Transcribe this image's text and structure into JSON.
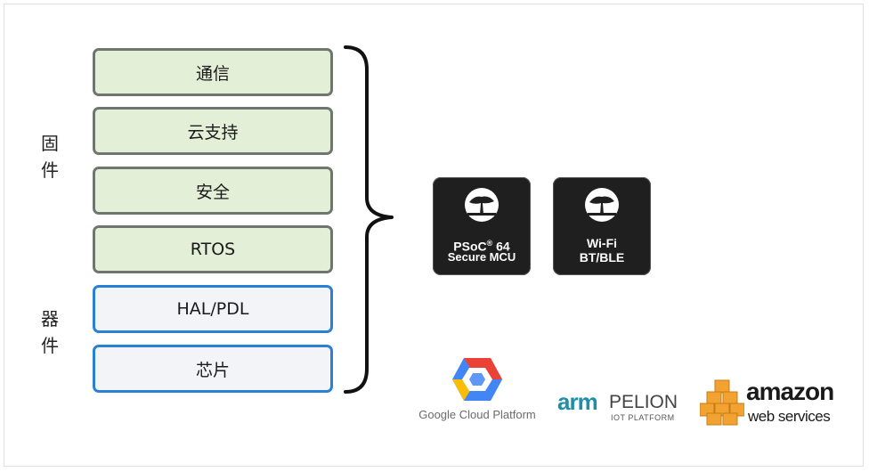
{
  "labels": {
    "firmware": [
      "固",
      "件"
    ],
    "hardware": [
      "器",
      "件"
    ]
  },
  "layers": {
    "firmware": [
      "通信",
      "云支持",
      "安全",
      "RTOS"
    ],
    "hardware": [
      "HAL/PDL",
      "芯片"
    ]
  },
  "chips": [
    {
      "line1": "PSoC",
      "sup": "®",
      "line1_suffix": " 64",
      "line2": "Secure MCU"
    },
    {
      "line1": "Wi-Fi",
      "sup": "",
      "line1_suffix": "",
      "line2": "BT/BLE"
    }
  ],
  "platforms": {
    "google": {
      "name": "Google Cloud Platform"
    },
    "arm": {
      "brand": "arm",
      "product": "PELION",
      "sub": "IOT PLATFORM"
    },
    "aws": {
      "brand": "amazon",
      "sub": "web services"
    }
  },
  "colors": {
    "firmware_fill": "#e4efd8",
    "firmware_border": "#6f7670",
    "hardware_fill": "#f2f4f8",
    "hardware_border": "#2a80d4",
    "chip_bg": "#1f1f1f",
    "arm_teal": "#1f8ea8",
    "aws_orange": "#f2a231"
  }
}
